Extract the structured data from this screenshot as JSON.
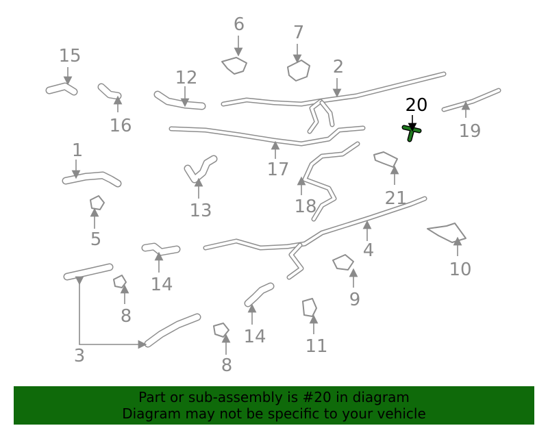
{
  "banner": {
    "line1": "Part or sub-assembly is #20 in diagram",
    "line2": "Diagram may not be specific to your vehicle"
  },
  "colors": {
    "banner_bg": "#0f6a0a",
    "highlight_part": "#1f7a1f",
    "callout_text": "#8a8a8a",
    "highlight_text": "#000000"
  },
  "callouts": {
    "c1": "1",
    "c2": "2",
    "c3": "3",
    "c4": "4",
    "c5": "5",
    "c6": "6",
    "c7": "7",
    "c8a": "8",
    "c8b": "8",
    "c9": "9",
    "c10": "10",
    "c11": "11",
    "c12": "12",
    "c13": "13",
    "c14a": "14",
    "c14b": "14",
    "c15": "15",
    "c16": "16",
    "c17": "17",
    "c18": "18",
    "c19": "19",
    "c20": "20",
    "c21": "21"
  },
  "highlighted_part": "20"
}
